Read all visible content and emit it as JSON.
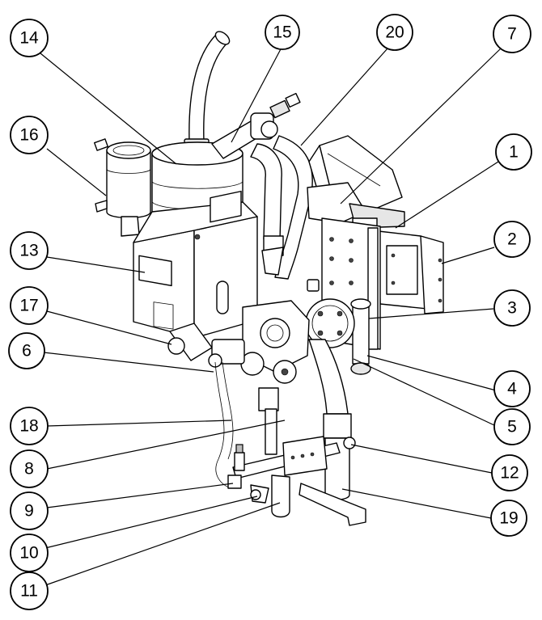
{
  "callouts": [
    {
      "id": "14",
      "label": "14"
    },
    {
      "id": "15",
      "label": "15"
    },
    {
      "id": "20",
      "label": "20"
    },
    {
      "id": "7",
      "label": "7"
    },
    {
      "id": "16",
      "label": "16"
    },
    {
      "id": "1",
      "label": "1"
    },
    {
      "id": "13",
      "label": "13"
    },
    {
      "id": "2",
      "label": "2"
    },
    {
      "id": "17",
      "label": "17"
    },
    {
      "id": "3",
      "label": "3"
    },
    {
      "id": "6",
      "label": "6"
    },
    {
      "id": "4",
      "label": "4"
    },
    {
      "id": "5",
      "label": "5"
    },
    {
      "id": "18",
      "label": "18"
    },
    {
      "id": "8",
      "label": "8"
    },
    {
      "id": "12",
      "label": "12"
    },
    {
      "id": "9",
      "label": "9"
    },
    {
      "id": "19",
      "label": "19"
    },
    {
      "id": "10",
      "label": "10"
    },
    {
      "id": "11",
      "label": "11"
    }
  ],
  "colors": {
    "line": "#000000",
    "background": "#ffffff",
    "shade": "#e6e6e6"
  }
}
